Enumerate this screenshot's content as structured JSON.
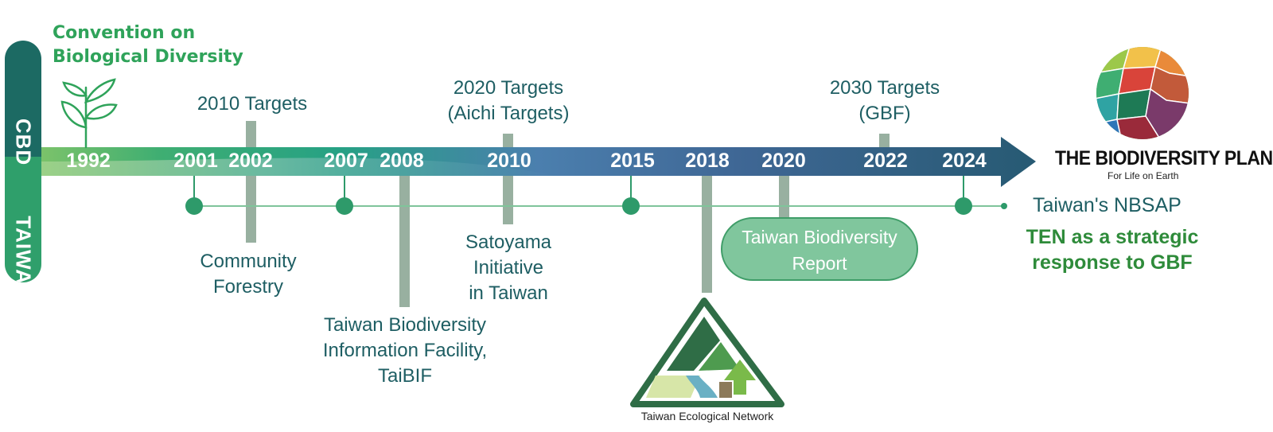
{
  "side_labels": {
    "top": "CBD",
    "bottom": "TAIWAN"
  },
  "cbd": {
    "title_line1": "Convention on",
    "title_line2": "Biological Diversity",
    "icon": "sprout-icon"
  },
  "years": [
    "1992",
    "2001",
    "2002",
    "2007",
    "2008",
    "2010",
    "2015",
    "2018",
    "2020",
    "2022",
    "2024"
  ],
  "targets": {
    "t2010": {
      "line1": "2010 Targets"
    },
    "t2020": {
      "line1": "2020 Targets",
      "line2": "(Aichi Targets)"
    },
    "t2030": {
      "line1": "2030 Targets",
      "line2": "(GBF)"
    }
  },
  "taiwan_events": {
    "community": {
      "line1": "Community",
      "line2": "Forestry"
    },
    "taibif": {
      "line1": "Taiwan Biodiversity",
      "line2": "Information Facility,",
      "line3": "TaiBIF"
    },
    "satoyama": {
      "line1": "Satoyama",
      "line2": "Initiative",
      "line3": "in Taiwan"
    },
    "report": {
      "line1": "Taiwan Biodiversity",
      "line2": "Report"
    },
    "ten_logo_caption": "Taiwan Ecological Network",
    "nbsap": "Taiwan's NBSAP",
    "ten_line1": "TEN as a strategic",
    "ten_line2": "response to GBF"
  },
  "biodiversity_plan": {
    "title": "THE BIODIVERSITY PLAN",
    "subtitle": "For Life on Earth",
    "icon": "mosaic-globe-icon"
  },
  "colors": {
    "teal_dark": "#1e5e63",
    "green_accent": "#2fa35a",
    "dot_green": "#2e9a6a",
    "post_gray": "#98b0a0",
    "report_fill": "#80c69d",
    "ten_text": "#2e8b3a"
  }
}
